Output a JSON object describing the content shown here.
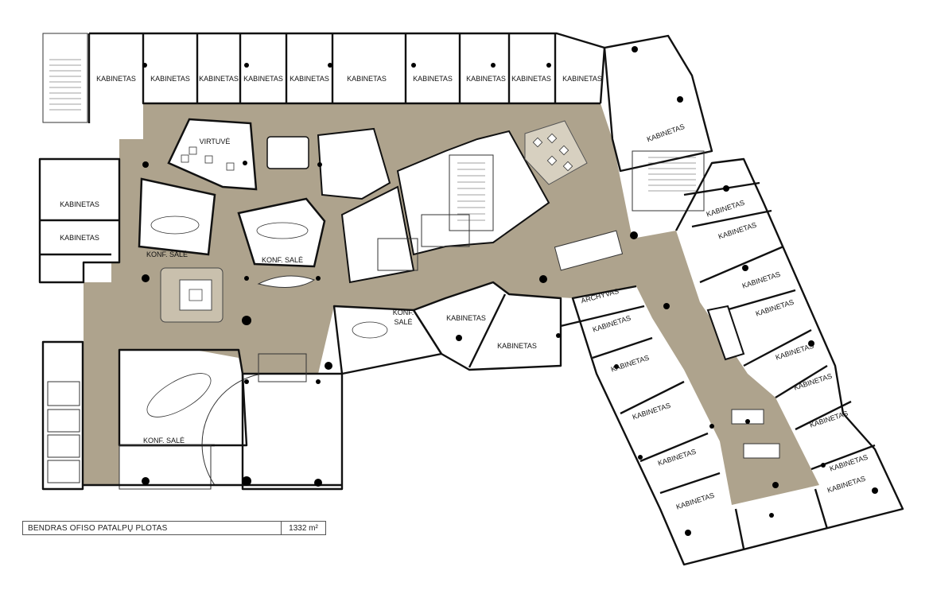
{
  "rooms": {
    "kab_top_1": "KABINETAS",
    "kab_top_2": "KABINETAS",
    "kab_top_3": "KABINETAS",
    "kab_top_4": "KABINETAS",
    "kab_top_5": "KABINETAS",
    "kab_top_6": "KABINETAS",
    "kab_top_7": "KABINETAS",
    "kab_top_8": "KABINETAS",
    "kab_top_9": "KABINETAS",
    "kab_top_10": "KABINETAS",
    "kab_ne": "KABINETAS",
    "kab_left_1": "KABINETAS",
    "kab_left_2": "KABINETAS",
    "kitchen": "VIRTUVĖ",
    "conf_1": "KONF. SALĖ",
    "conf_2": "KONF. SALĖ",
    "conf_3_line1": "KONF.",
    "conf_3_line2": "SALĖ",
    "conf_4": "KONF. SALĖ",
    "kab_mid_1": "KABINETAS",
    "kab_mid_2": "KABINETAS",
    "archive": "ARCHYVAS",
    "kab_wing_1": "KABINETAS",
    "kab_wing_2": "KABINETAS",
    "kab_wing_3": "KABINETAS",
    "kab_wing_4": "KABINETAS",
    "kab_wing_5": "KABINETAS",
    "kab_wing_6": "KABINETAS",
    "kab_wing_7": "KABINETAS",
    "kab_wing_8": "KABINETAS",
    "kab_wing_9": "KABINETAS",
    "kab_wing_10": "KABINETAS",
    "kab_wing_11": "KABINETAS",
    "kab_wing_12": "KABINETAS",
    "kab_wing_13": "KABINETAS",
    "kab_wing_14": "KABINETAS"
  },
  "legend": {
    "label": "BENDRAS OFISO PATALPŲ  PLOTAS",
    "value": "1332 m²"
  },
  "colors": {
    "corridor": "#aea38d",
    "wall": "#111111",
    "furniture": "#ffffff",
    "column": "#000000"
  }
}
